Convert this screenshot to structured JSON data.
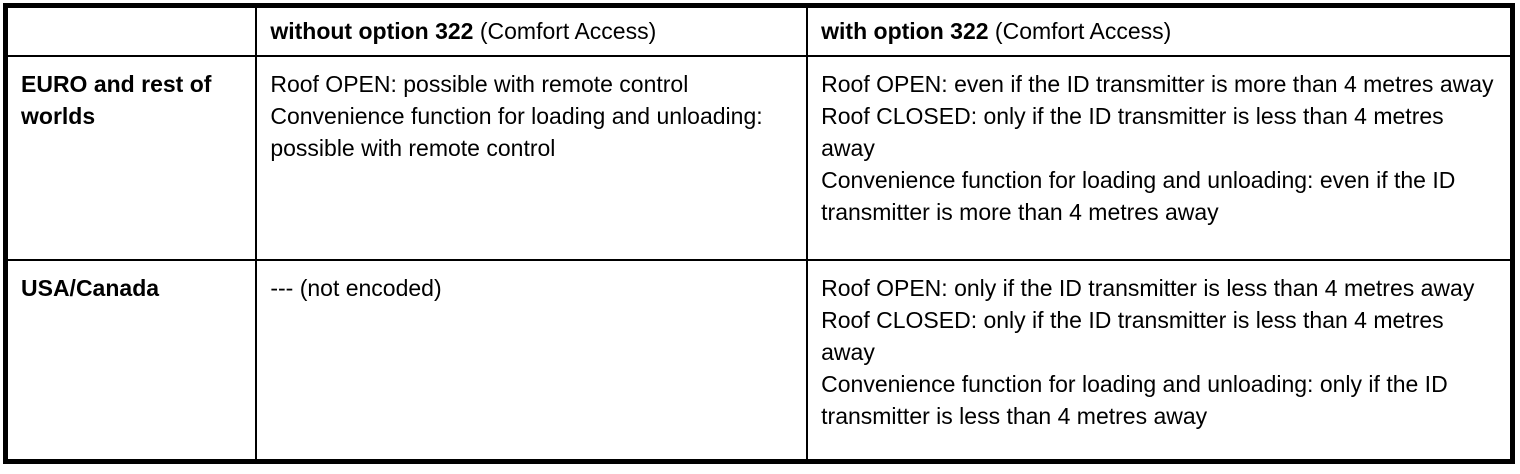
{
  "page": {
    "background": "#ffffff"
  },
  "colors": {
    "border": "#000000",
    "text": "#000000",
    "background": "#ffffff"
  },
  "table": {
    "description": "Comfort Access option 322 roof operation comparison table",
    "header": {
      "empty": "",
      "without": {
        "bold": "without option 322",
        "rest": " (Comfort Access)"
      },
      "with": {
        "bold": "with option 322",
        "rest": " (Comfort Access)"
      }
    },
    "rows": [
      {
        "label": "EURO and rest of worlds",
        "without": [
          "Roof OPEN: possible with remote control",
          "Convenience function for loading and unloading: possible with remote control"
        ],
        "with": [
          "Roof OPEN: even if the ID transmitter is more than 4 metres away",
          "Roof CLOSED: only if the ID transmitter is less than 4 metres away",
          "Convenience function for loading and unloading: even if the ID transmitter is more than 4 metres away"
        ]
      },
      {
        "label": "USA/Canada",
        "without": [
          "--- (not encoded)"
        ],
        "with": [
          "Roof OPEN: only if the ID transmitter is less than 4 metres away",
          "Roof CLOSED: only if the ID transmitter is less than 4 metres away",
          "Convenience function for loading and unloading: only if the ID transmitter is less than 4 metres away"
        ]
      }
    ]
  }
}
